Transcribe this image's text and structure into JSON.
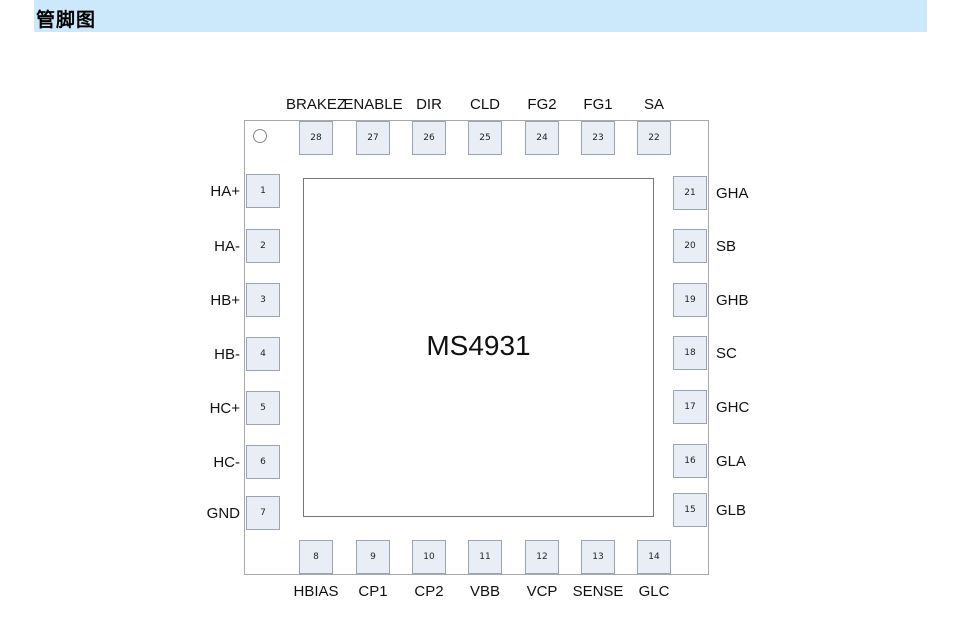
{
  "header": {
    "title": "管脚图"
  },
  "chip": {
    "name": "MS4931"
  },
  "pins": [
    {
      "num": "1",
      "name": "HA+"
    },
    {
      "num": "2",
      "name": "HA-"
    },
    {
      "num": "3",
      "name": "HB+"
    },
    {
      "num": "4",
      "name": "HB-"
    },
    {
      "num": "5",
      "name": "HC+"
    },
    {
      "num": "6",
      "name": "HC-"
    },
    {
      "num": "7",
      "name": "GND"
    },
    {
      "num": "8",
      "name": "HBIAS"
    },
    {
      "num": "9",
      "name": "CP1"
    },
    {
      "num": "10",
      "name": "CP2"
    },
    {
      "num": "11",
      "name": "VBB"
    },
    {
      "num": "12",
      "name": "VCP"
    },
    {
      "num": "13",
      "name": "SENSE"
    },
    {
      "num": "14",
      "name": "GLC"
    },
    {
      "num": "15",
      "name": "GLB"
    },
    {
      "num": "16",
      "name": "GLA"
    },
    {
      "num": "17",
      "name": "GHC"
    },
    {
      "num": "18",
      "name": "SC"
    },
    {
      "num": "19",
      "name": "GHB"
    },
    {
      "num": "20",
      "name": "SB"
    },
    {
      "num": "21",
      "name": "GHA"
    },
    {
      "num": "22",
      "name": "SA"
    },
    {
      "num": "23",
      "name": "FG1"
    },
    {
      "num": "24",
      "name": "FG2"
    },
    {
      "num": "25",
      "name": "CLD"
    },
    {
      "num": "26",
      "name": "DIR"
    },
    {
      "num": "27",
      "name": "ENABLE"
    },
    {
      "num": "28",
      "name": "BRAKEZ"
    }
  ]
}
